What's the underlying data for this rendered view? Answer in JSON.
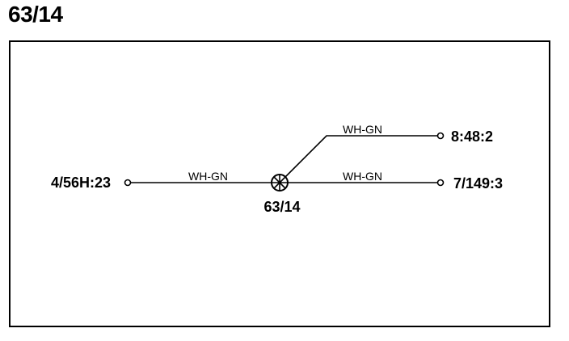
{
  "title": "63/14",
  "splice": {
    "label": "63/14"
  },
  "endpoints": {
    "left": "4/56H:23",
    "upper_right": "8:48:2",
    "lower_right": "7/149:3"
  },
  "wires": {
    "left": "WH-GN",
    "upper_right": "WH-GN",
    "lower_right": "WH-GN"
  }
}
